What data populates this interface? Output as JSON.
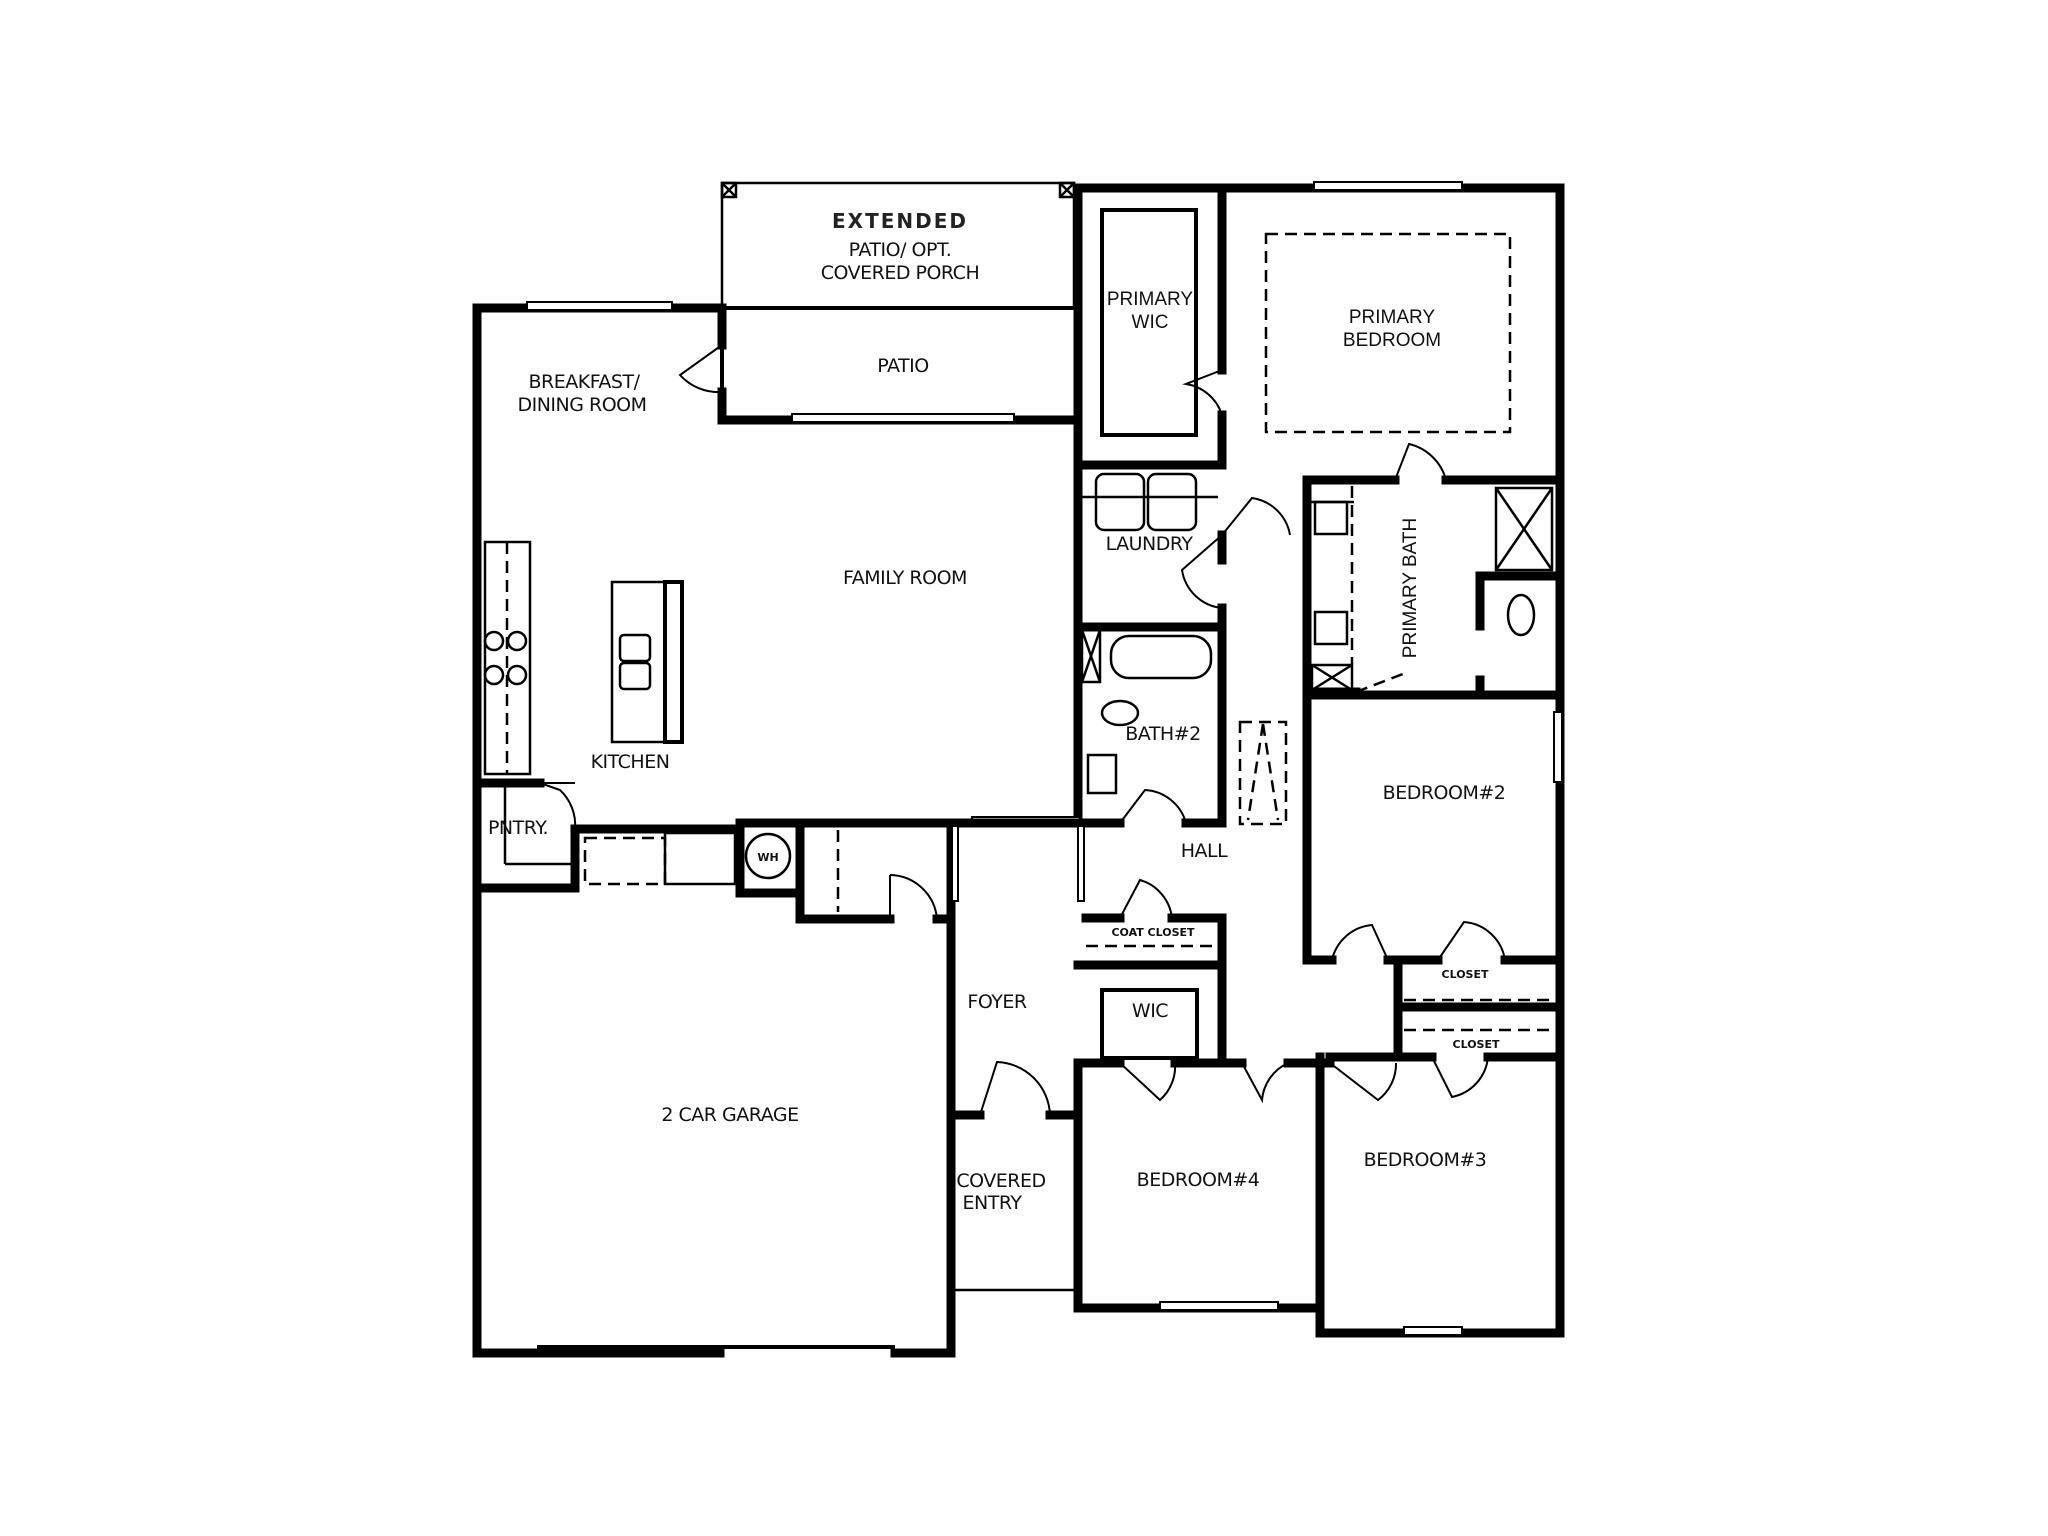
{
  "plan": {
    "background": "#ffffff",
    "wall_color": "#000000",
    "rooms": {
      "extended_patio": {
        "title": "EXTENDED",
        "line1": "PATIO/ OPT.",
        "line2": "COVERED PORCH"
      },
      "patio": {
        "label": "PATIO"
      },
      "breakfast": {
        "line1": "BREAKFAST/",
        "line2": "DINING ROOM"
      },
      "family_room": {
        "label": "FAMILY ROOM"
      },
      "kitchen": {
        "label": "KITCHEN"
      },
      "pantry": {
        "label": "PNTRY."
      },
      "water_heater": {
        "label": "WH"
      },
      "primary_wic": {
        "line1": "PRIMARY",
        "line2": "WIC"
      },
      "primary_bedroom": {
        "line1": "PRIMARY",
        "line2": "BEDROOM"
      },
      "laundry": {
        "label": "LAUNDRY"
      },
      "primary_bath": {
        "label": "PRIMARY BATH"
      },
      "bath2": {
        "label": "BATH#2"
      },
      "hall": {
        "label": "HALL"
      },
      "bedroom2": {
        "label": "BEDROOM#2"
      },
      "coat_closet": {
        "label": "COAT CLOSET"
      },
      "closet_a": {
        "label": "CLOSET"
      },
      "closet_b": {
        "label": "CLOSET"
      },
      "wic": {
        "label": "WIC"
      },
      "foyer": {
        "label": "FOYER"
      },
      "garage": {
        "label": "2 CAR GARAGE"
      },
      "covered_entry": {
        "line1": "COVERED",
        "line2": "ENTRY"
      },
      "bedroom4": {
        "label": "BEDROOM#4"
      },
      "bedroom3": {
        "label": "BEDROOM#3"
      }
    }
  }
}
